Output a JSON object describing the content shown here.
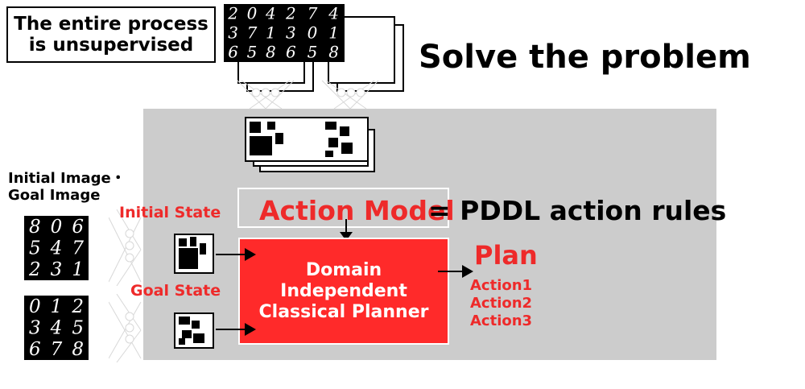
{
  "callout": {
    "line1": "The entire process",
    "line2": "is unsupervised"
  },
  "headline": "Solve the problem",
  "inputs": {
    "label_line1": "Initial Image・",
    "label_line2": "Goal Image"
  },
  "states": {
    "initial_label": "Initial State",
    "goal_label": "Goal State"
  },
  "action_model": {
    "highlight": "Action Model",
    "rest": "= PDDL action rules"
  },
  "planner": {
    "line1": "Domain",
    "line2": "Independent",
    "line3": "Classical Planner"
  },
  "plan": {
    "title": "Plan",
    "actions": [
      "Action1",
      "Action2",
      "Action3"
    ]
  },
  "digit_grids": {
    "initial": [
      "8",
      "0",
      "6",
      "5",
      "4",
      "7",
      "2",
      "3",
      "1"
    ],
    "goal": [
      "0",
      "1",
      "2",
      "3",
      "4",
      "5",
      "6",
      "7",
      "8"
    ],
    "training_a": [
      "2",
      "0",
      "4",
      "3",
      "7",
      "1",
      "6",
      "5",
      "8"
    ],
    "training_b": [
      "2",
      "7",
      "4",
      "3",
      "0",
      "1",
      "6",
      "5",
      "8"
    ]
  },
  "colors": {
    "accent": "#ee2a2a",
    "planner_fill": "#ff2a2a",
    "panel": "#cccccc"
  }
}
